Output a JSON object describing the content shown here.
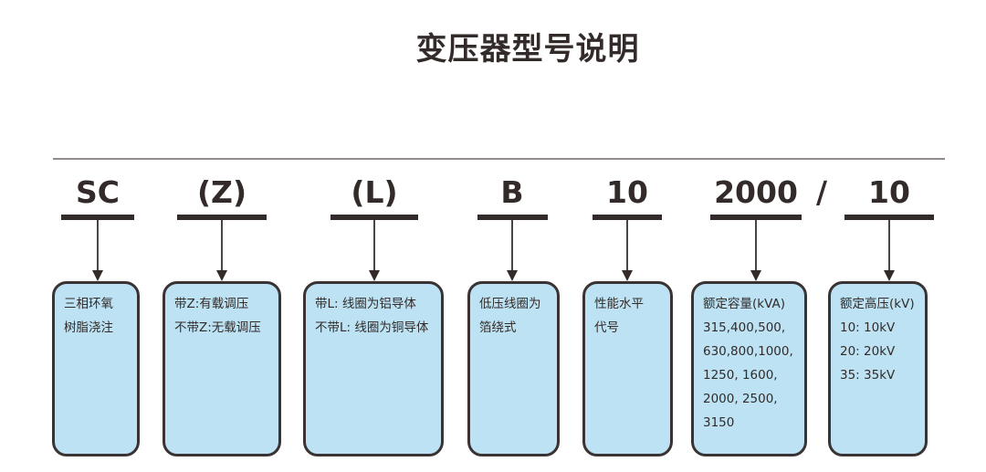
{
  "title": "变压器型号说明",
  "slash": "/",
  "colors": {
    "ink": "#322b29",
    "separator": "#918b89",
    "box_fill": "#bce2f3",
    "box_border": "#3a3233"
  },
  "segments": [
    {
      "code": "SC",
      "box_lines": [
        "三相环氧",
        "树脂浇注"
      ]
    },
    {
      "code": "(Z)",
      "box_lines": [
        "带Z:有载调压",
        "不带Z:无载调压"
      ]
    },
    {
      "code": "(L)",
      "box_lines": [
        "带L: 线圈为铝导体",
        "不带L: 线圈为铜导体"
      ]
    },
    {
      "code": "B",
      "box_lines": [
        "低压线圈为",
        "箔绕式"
      ]
    },
    {
      "code": "10",
      "box_lines": [
        "性能水平",
        "代号"
      ]
    },
    {
      "code": "2000",
      "box_lines": [
        "额定容量(kVA)",
        "315,400,500,",
        "630,800,1000,",
        "1250, 1600,",
        "2000, 2500,",
        "3150"
      ]
    },
    {
      "code": "10",
      "box_lines": [
        "额定高压(kV)",
        "10: 10kV",
        "20: 20kV",
        "35: 35kV"
      ]
    }
  ]
}
